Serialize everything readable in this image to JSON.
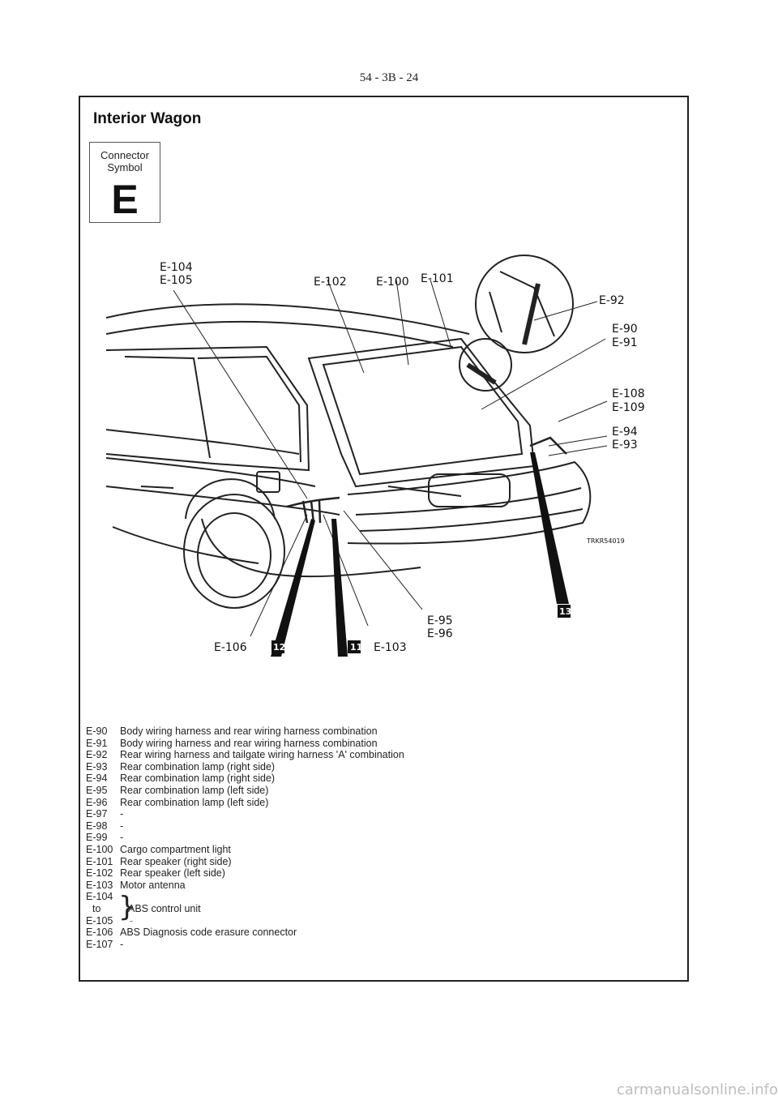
{
  "header": {
    "page_number": "54 - 3B - 24"
  },
  "section": {
    "title": "Interior Wagon"
  },
  "connector_symbol": {
    "label_line1": "Connector",
    "label_line2": "Symbol",
    "letter": "E"
  },
  "diagram": {
    "callouts": {
      "e104": "E-104",
      "e105": "E-105",
      "e102": "E-102",
      "e100": "E-100",
      "e101": "E-101",
      "e92": "E-92",
      "e90": "E-90",
      "e91": "E-91",
      "e108": "E-108",
      "e109": "E-109",
      "e94": "E-94",
      "e93": "E-93",
      "e95": "E-95",
      "e96": "E-96",
      "e106": "E-106",
      "e103": "E-103"
    },
    "badges": {
      "b11": "11",
      "b12": "12",
      "b13": "13"
    },
    "figure_code": "TRKR54019"
  },
  "legend": {
    "rows": [
      {
        "code": "E-90",
        "desc": "Body wiring harness and rear wiring harness combination"
      },
      {
        "code": "E-91",
        "desc": "Body wiring harness and rear wiring harness combination"
      },
      {
        "code": "E-92",
        "desc": "Rear wiring harness and tailgate wiring harness 'A' combination"
      },
      {
        "code": "E-93",
        "desc": "Rear combination lamp (right side)"
      },
      {
        "code": "E-94",
        "desc": "Rear combination lamp (right side)"
      },
      {
        "code": "E-95",
        "desc": "Rear combination lamp (left side)"
      },
      {
        "code": "E-96",
        "desc": "Rear combination lamp (left side)"
      },
      {
        "code": "E-97",
        "desc": "-"
      },
      {
        "code": "E-98",
        "desc": "-"
      },
      {
        "code": "E-99",
        "desc": "-"
      },
      {
        "code": "E-100",
        "desc": "Cargo compartment light"
      },
      {
        "code": "E-101",
        "desc": "Rear speaker (right side)"
      },
      {
        "code": "E-102",
        "desc": "Rear speaker (left side)"
      },
      {
        "code": "E-103",
        "desc": "Motor antenna"
      }
    ],
    "range": {
      "from": "E-104",
      "to_word": "to",
      "to": "E-105",
      "desc": "ABS control unit"
    },
    "after_range_dash": "-",
    "rows_after": [
      {
        "code": "E-106",
        "desc": "ABS Diagnosis code erasure connector"
      },
      {
        "code": "E-107",
        "desc": "-"
      }
    ]
  },
  "footer": {
    "watermark": "carmanualsonline.info"
  }
}
